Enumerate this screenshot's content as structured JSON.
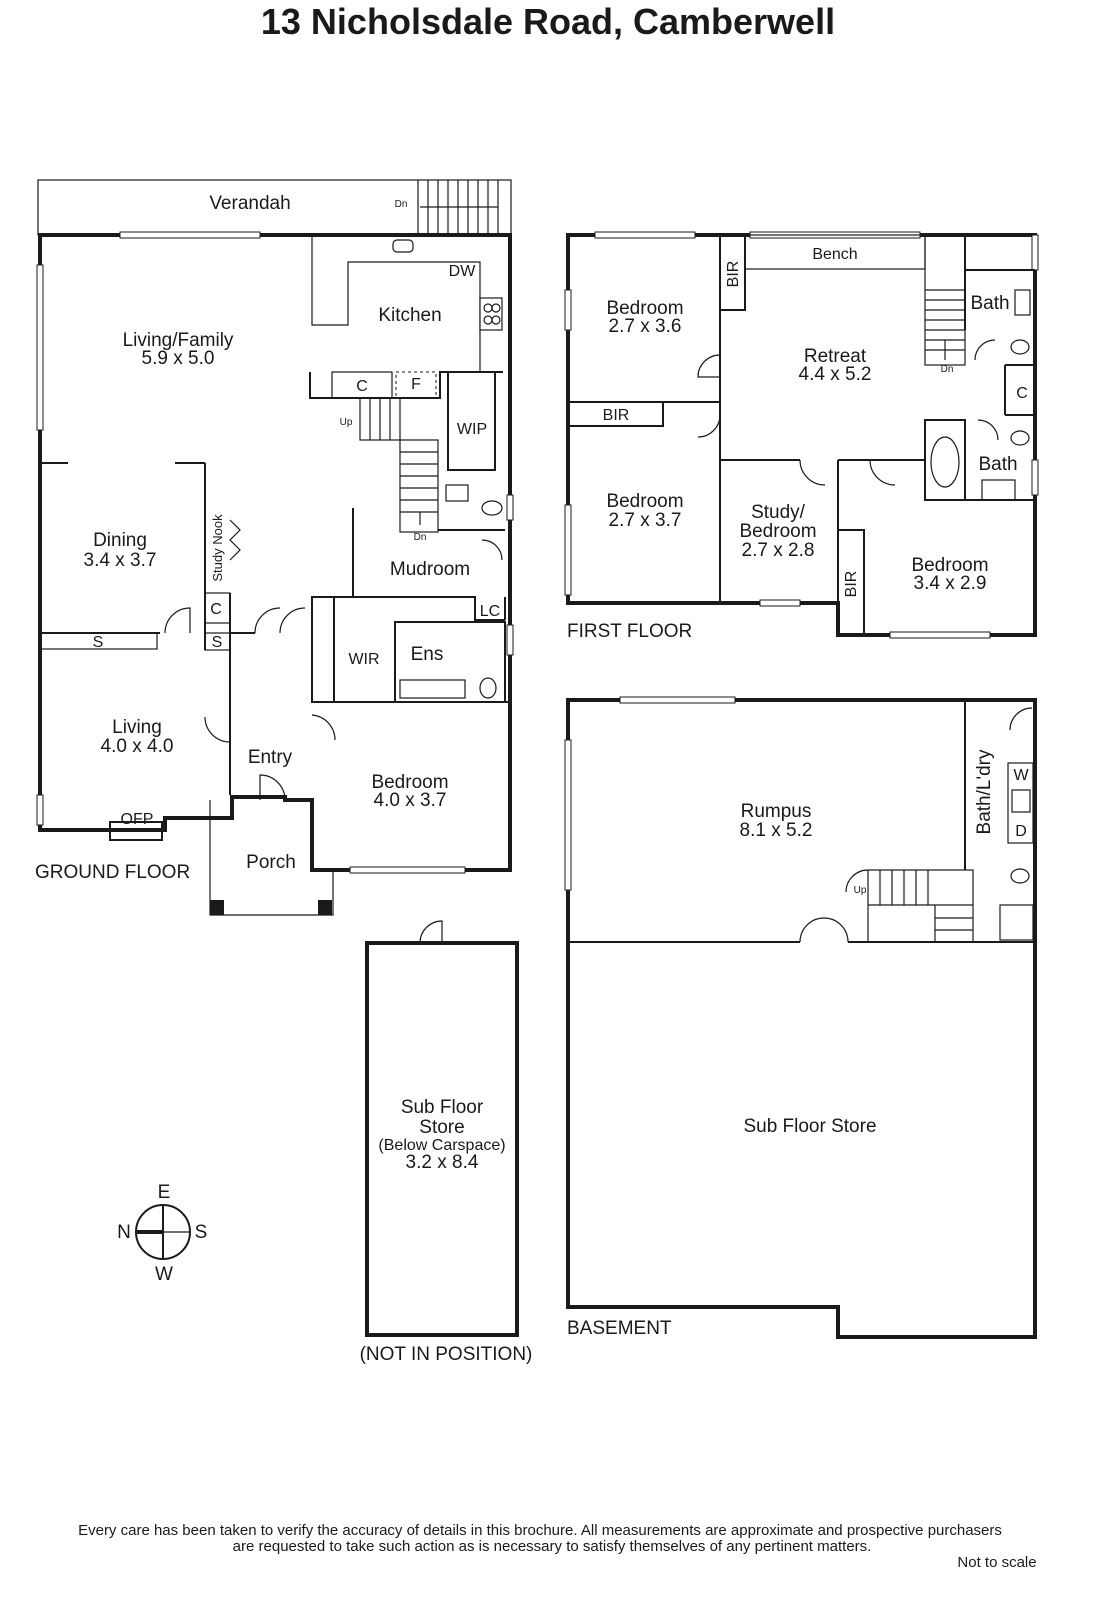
{
  "title": "13 Nicholsdale Road, Camberwell",
  "floors": {
    "ground": "GROUND FLOOR",
    "first": "FIRST FLOOR",
    "basement": "BASEMENT",
    "not_in_position": "(NOT IN POSITION)"
  },
  "ground_rooms": {
    "verandah": "Verandah",
    "living_family": "Living/Family",
    "living_family_dim": "5.9 x 5.0",
    "kitchen": "Kitchen",
    "dw": "DW",
    "c": "C",
    "f": "F",
    "wip": "WIP",
    "dining": "Dining",
    "dining_dim": "3.4 x 3.7",
    "study_nook": "Study Nook",
    "c2": "C",
    "s1": "S",
    "s2": "S",
    "mudroom": "Mudroom",
    "lc": "LC",
    "wir": "WIR",
    "ens": "Ens",
    "living": "Living",
    "living_dim": "4.0 x 4.0",
    "entry": "Entry",
    "bedroom": "Bedroom",
    "bedroom_dim": "4.0 x 3.7",
    "ofp": "OFP",
    "porch": "Porch",
    "dn1": "Dn",
    "dn2": "Dn",
    "up": "Up"
  },
  "first_rooms": {
    "bedroom1": "Bedroom",
    "bedroom1_dim": "2.7 x 3.6",
    "bir1": "BIR",
    "bench": "Bench",
    "bath1": "Bath",
    "retreat": "Retreat",
    "retreat_dim": "4.4 x 5.2",
    "c": "C",
    "bir2": "BIR",
    "bath2": "Bath",
    "bedroom2": "Bedroom",
    "bedroom2_dim": "2.7 x 3.7",
    "study": "Study/",
    "study2": "Bedroom",
    "study_dim": "2.7 x 2.8",
    "bir3": "BIR",
    "bedroom3": "Bedroom",
    "bedroom3_dim": "3.4 x 2.9",
    "dn": "Dn"
  },
  "basement_rooms": {
    "rumpus": "Rumpus",
    "rumpus_dim": "8.1 x 5.2",
    "bath_ldry": "Bath/L'dry",
    "w": "W",
    "d": "D",
    "up": "Up",
    "sub_floor_store": "Sub Floor Store"
  },
  "subfloor_carspace": {
    "line1": "Sub Floor",
    "line2": "Store",
    "line3": "(Below Carspace)",
    "dim": "3.2 x 8.4"
  },
  "compass": {
    "e": "E",
    "n": "N",
    "s": "S",
    "w": "W"
  },
  "disclaimer": {
    "line1": "Every care has been taken to verify the accuracy of details in this brochure.  All measurements are approximate and prospective purchasers",
    "line2": "are requested to take such action as is necessary to satisfy themselves of any pertinent matters.",
    "scale": "Not to scale"
  }
}
